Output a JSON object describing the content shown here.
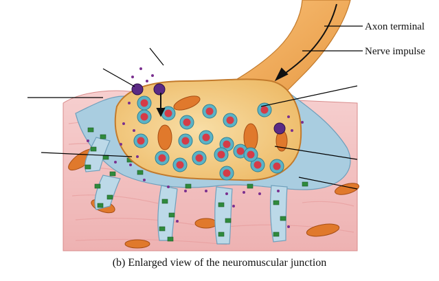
{
  "labels": {
    "axon_terminal": "Axon terminal",
    "nerve_impulse": "Nerve impulse"
  },
  "caption": "(b) Enlarged view of the neuromuscular junction",
  "colors": {
    "muscle_fiber": "#f2c8c8",
    "muscle_texture": "#e39a9a",
    "schwann_sheath": "#a9cde0",
    "axon": "#f6b25c",
    "terminal_inside": "#f3d18f",
    "vesicle_outer": "#5bb3c6",
    "vesicle_inner": "#d43c48",
    "mitochondrion": "#e0792c",
    "receptor": "#2f8a3c",
    "channel": "#5b2a85",
    "leader_line": "#000000"
  }
}
